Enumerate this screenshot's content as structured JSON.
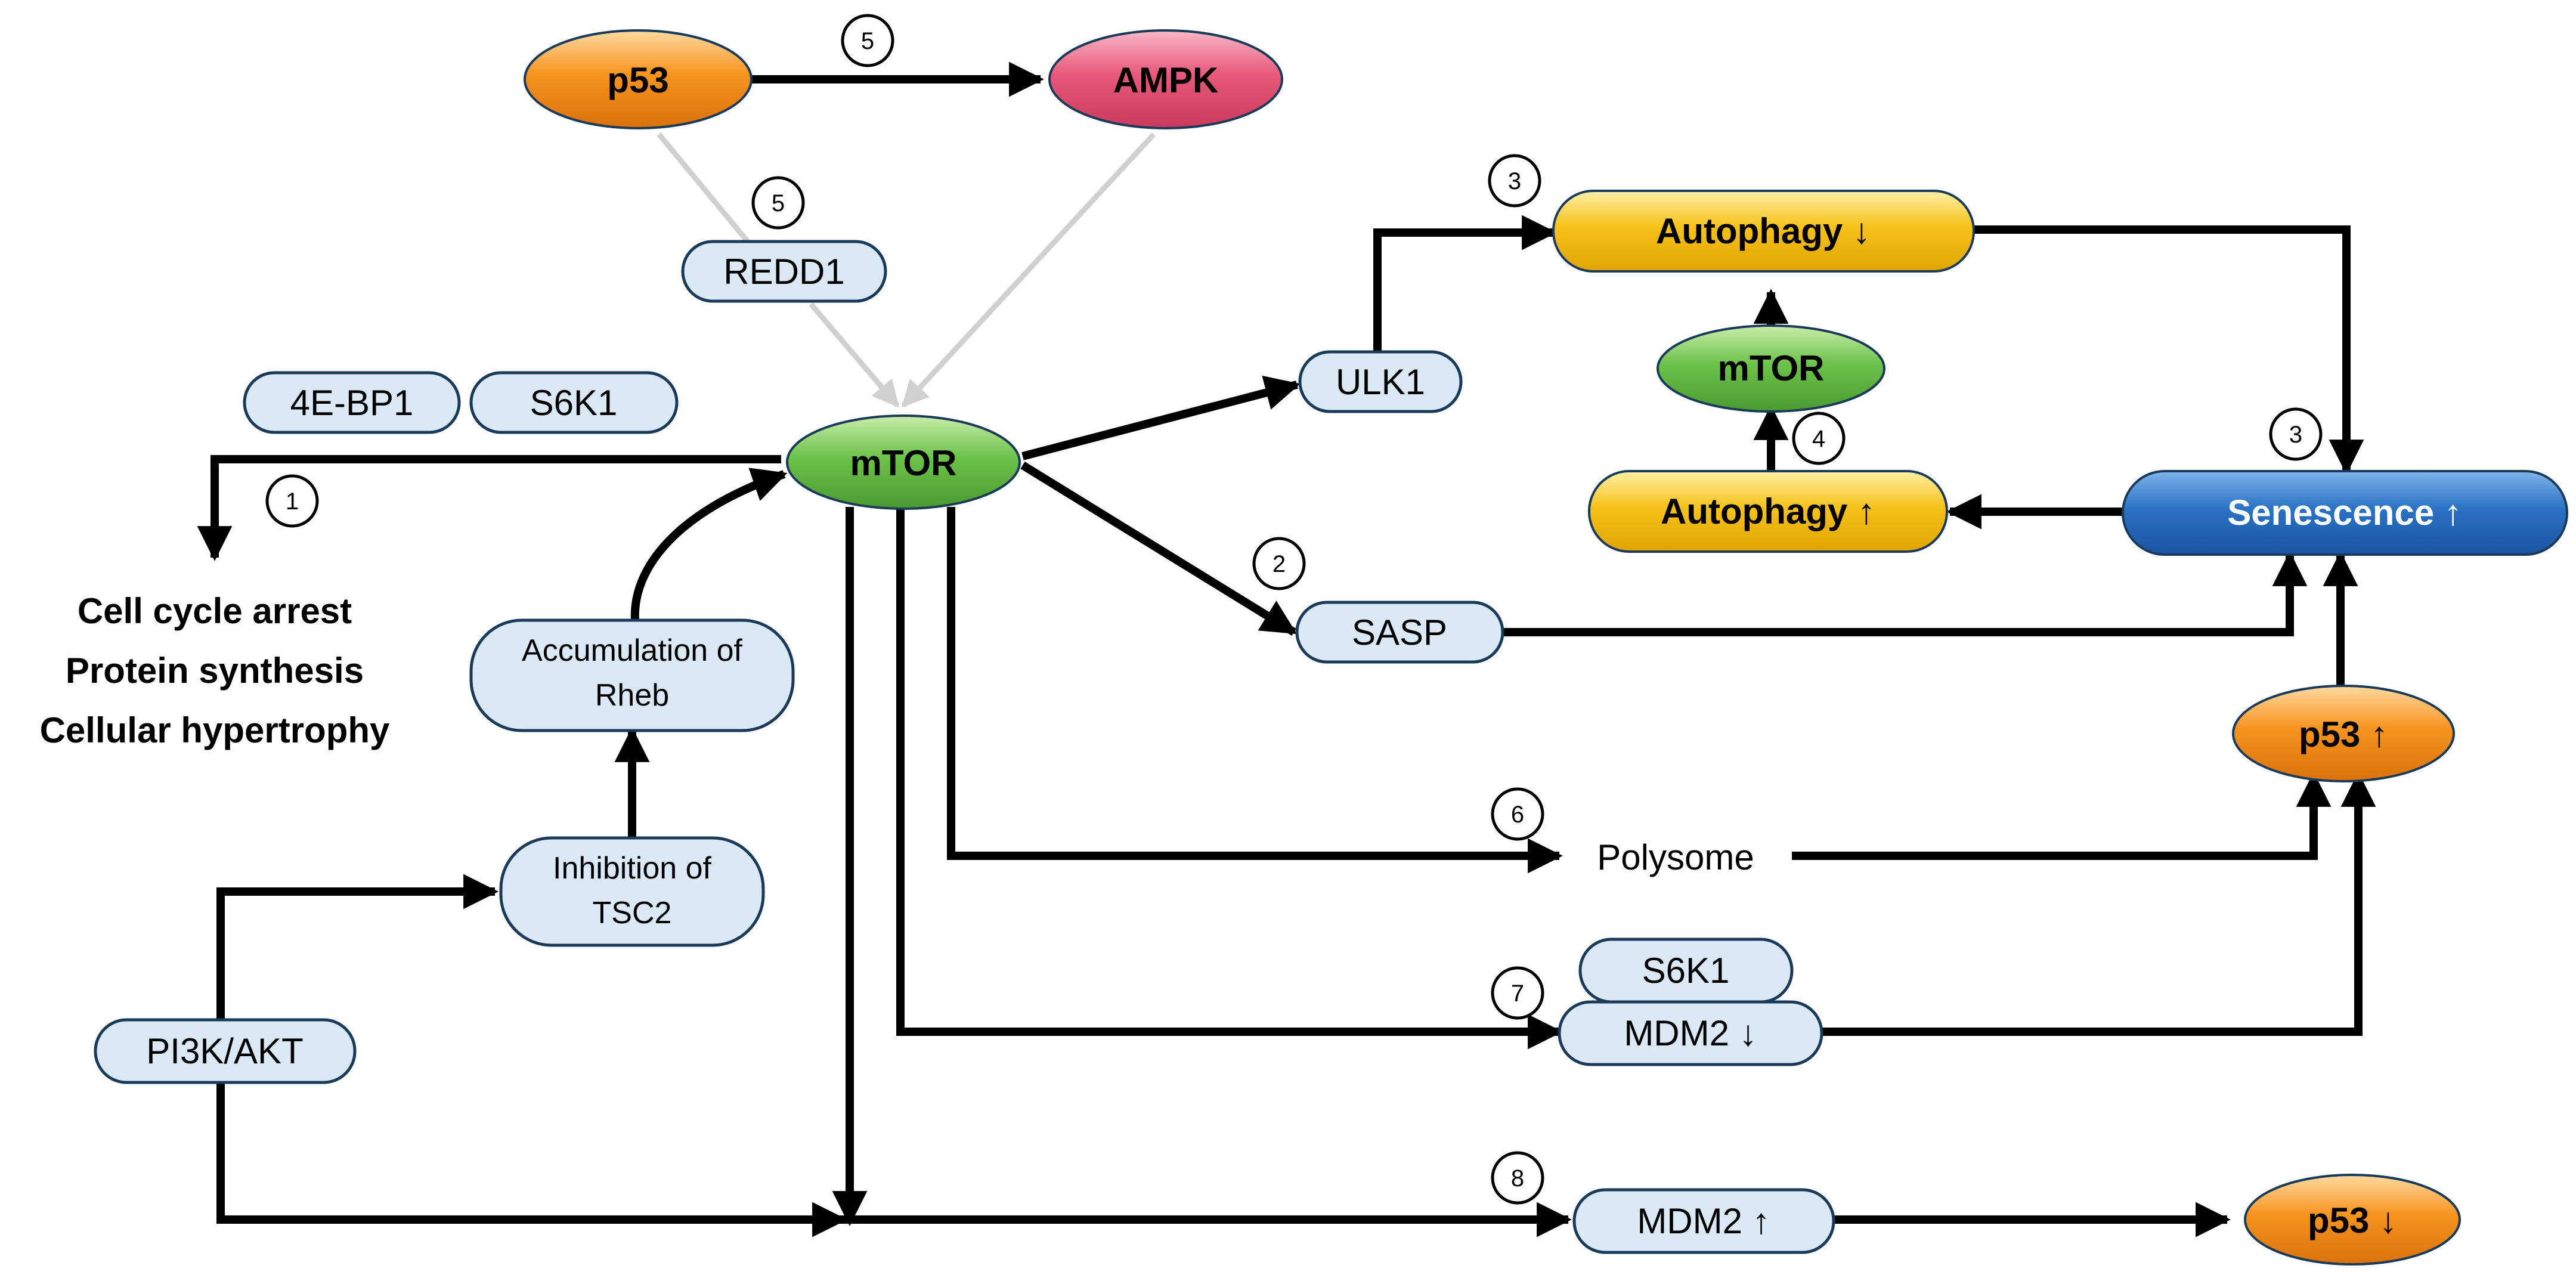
{
  "nodes": {
    "p53_top": "p53",
    "ampk": "AMPK",
    "redd1": "REDD1",
    "fourebp1": "4E-BP1",
    "s6k1_left": "S6K1",
    "mtor_center": "mTOR",
    "ulk1": "ULK1",
    "sasp": "SASP",
    "autophagy_down": "Autophagy ↓",
    "mtor_right": "mTOR",
    "autophagy_up": "Autophagy ↑",
    "senescence": "Senescence ↑",
    "p53_up": "p53 ↑",
    "polysome": "Polysome",
    "s6k1_bottom": "S6K1",
    "mdm2_down": "MDM2 ↓",
    "mdm2_up": "MDM2 ↑",
    "p53_down": "p53 ↓",
    "rheb_line1": "Accumulation of",
    "rheb_line2": "Rheb",
    "tsc2_line1": "Inhibition of",
    "tsc2_line2": "TSC2",
    "pi3k": "PI3K/AKT"
  },
  "outcomes": [
    "Cell cycle arrest",
    "Protein synthesis",
    "Cellular hypertrophy"
  ],
  "markers": {
    "m1": "1",
    "m2": "2",
    "m3a": "3",
    "m3b": "3",
    "m4": "4",
    "m5a": "5",
    "m5b": "5",
    "m6": "6",
    "m7": "7",
    "m8": "8"
  },
  "colors": {
    "orange": "#f7931e",
    "pink": "#e8587a",
    "green": "#6cc24a",
    "yellow": "#f6c21a",
    "blue": "#2a72c4",
    "lightblue": "#dbe9f6",
    "arrow": "#000000",
    "grey_arrow": "#d0d0d0"
  }
}
